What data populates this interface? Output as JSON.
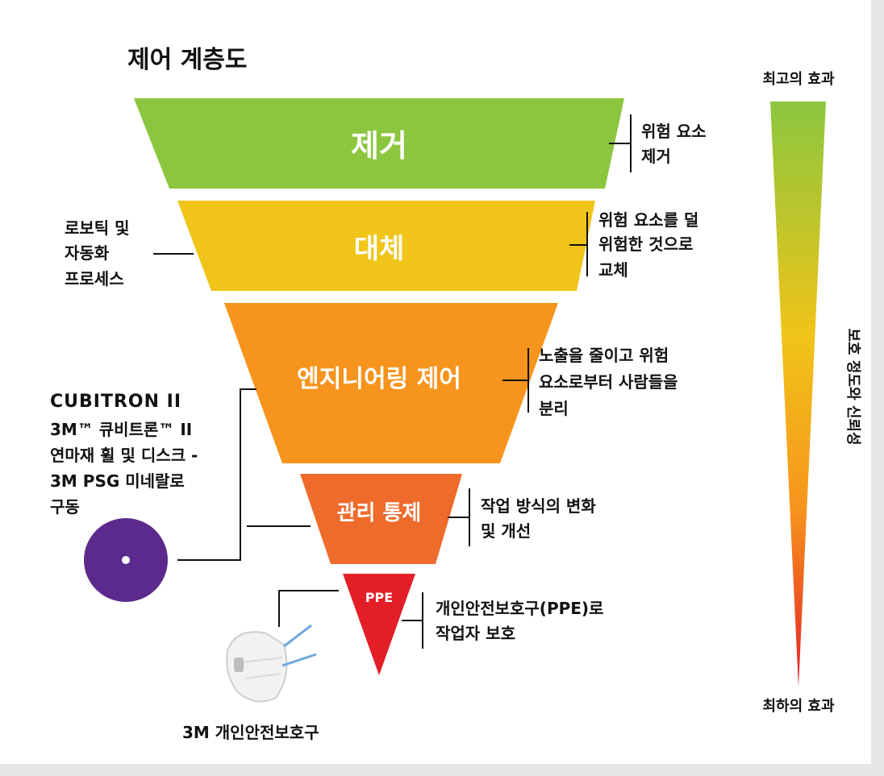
{
  "title": "제어 계층도",
  "tiers": [
    {
      "label": "제거",
      "color": "#8cc63f",
      "description": [
        "위험 요소",
        "제거"
      ]
    },
    {
      "label": "대체",
      "color": "#f0c419",
      "description": [
        "위험 요소를 덜",
        "위험한 것으로",
        "교체"
      ]
    },
    {
      "label": "엔지니어링 제어",
      "color": "#f7941d",
      "description": [
        "노출을 줄이고 위험",
        "요소로부터 사람들을",
        "분리"
      ]
    },
    {
      "label": "관리 통제",
      "color": "#ef6b2b",
      "description": [
        "작업 방식의 변화",
        "및 개선"
      ]
    },
    {
      "label": "PPE",
      "color": "#e31e26",
      "description": [
        "개인안전보호구(PPE)로",
        "작업자 보호"
      ]
    }
  ],
  "left_notes": {
    "robotics": [
      "로보틱 및",
      "자동화",
      "프로세스"
    ],
    "cubitron_logo": "CUBITRON II",
    "cubitron": [
      "3M™ 큐비트론™ II",
      "연마재 휠 및 디스크 -",
      "3M PSG 미네랄로",
      "구동"
    ],
    "respirator": "3M 개인안전보호구"
  },
  "scale": {
    "top": "최고의 효과",
    "bottom": "최하의 효과",
    "axis": "보호 정도와 신뢰성",
    "colors": [
      "#8cc63f",
      "#f0c419",
      "#f7941d",
      "#e31e26"
    ]
  }
}
